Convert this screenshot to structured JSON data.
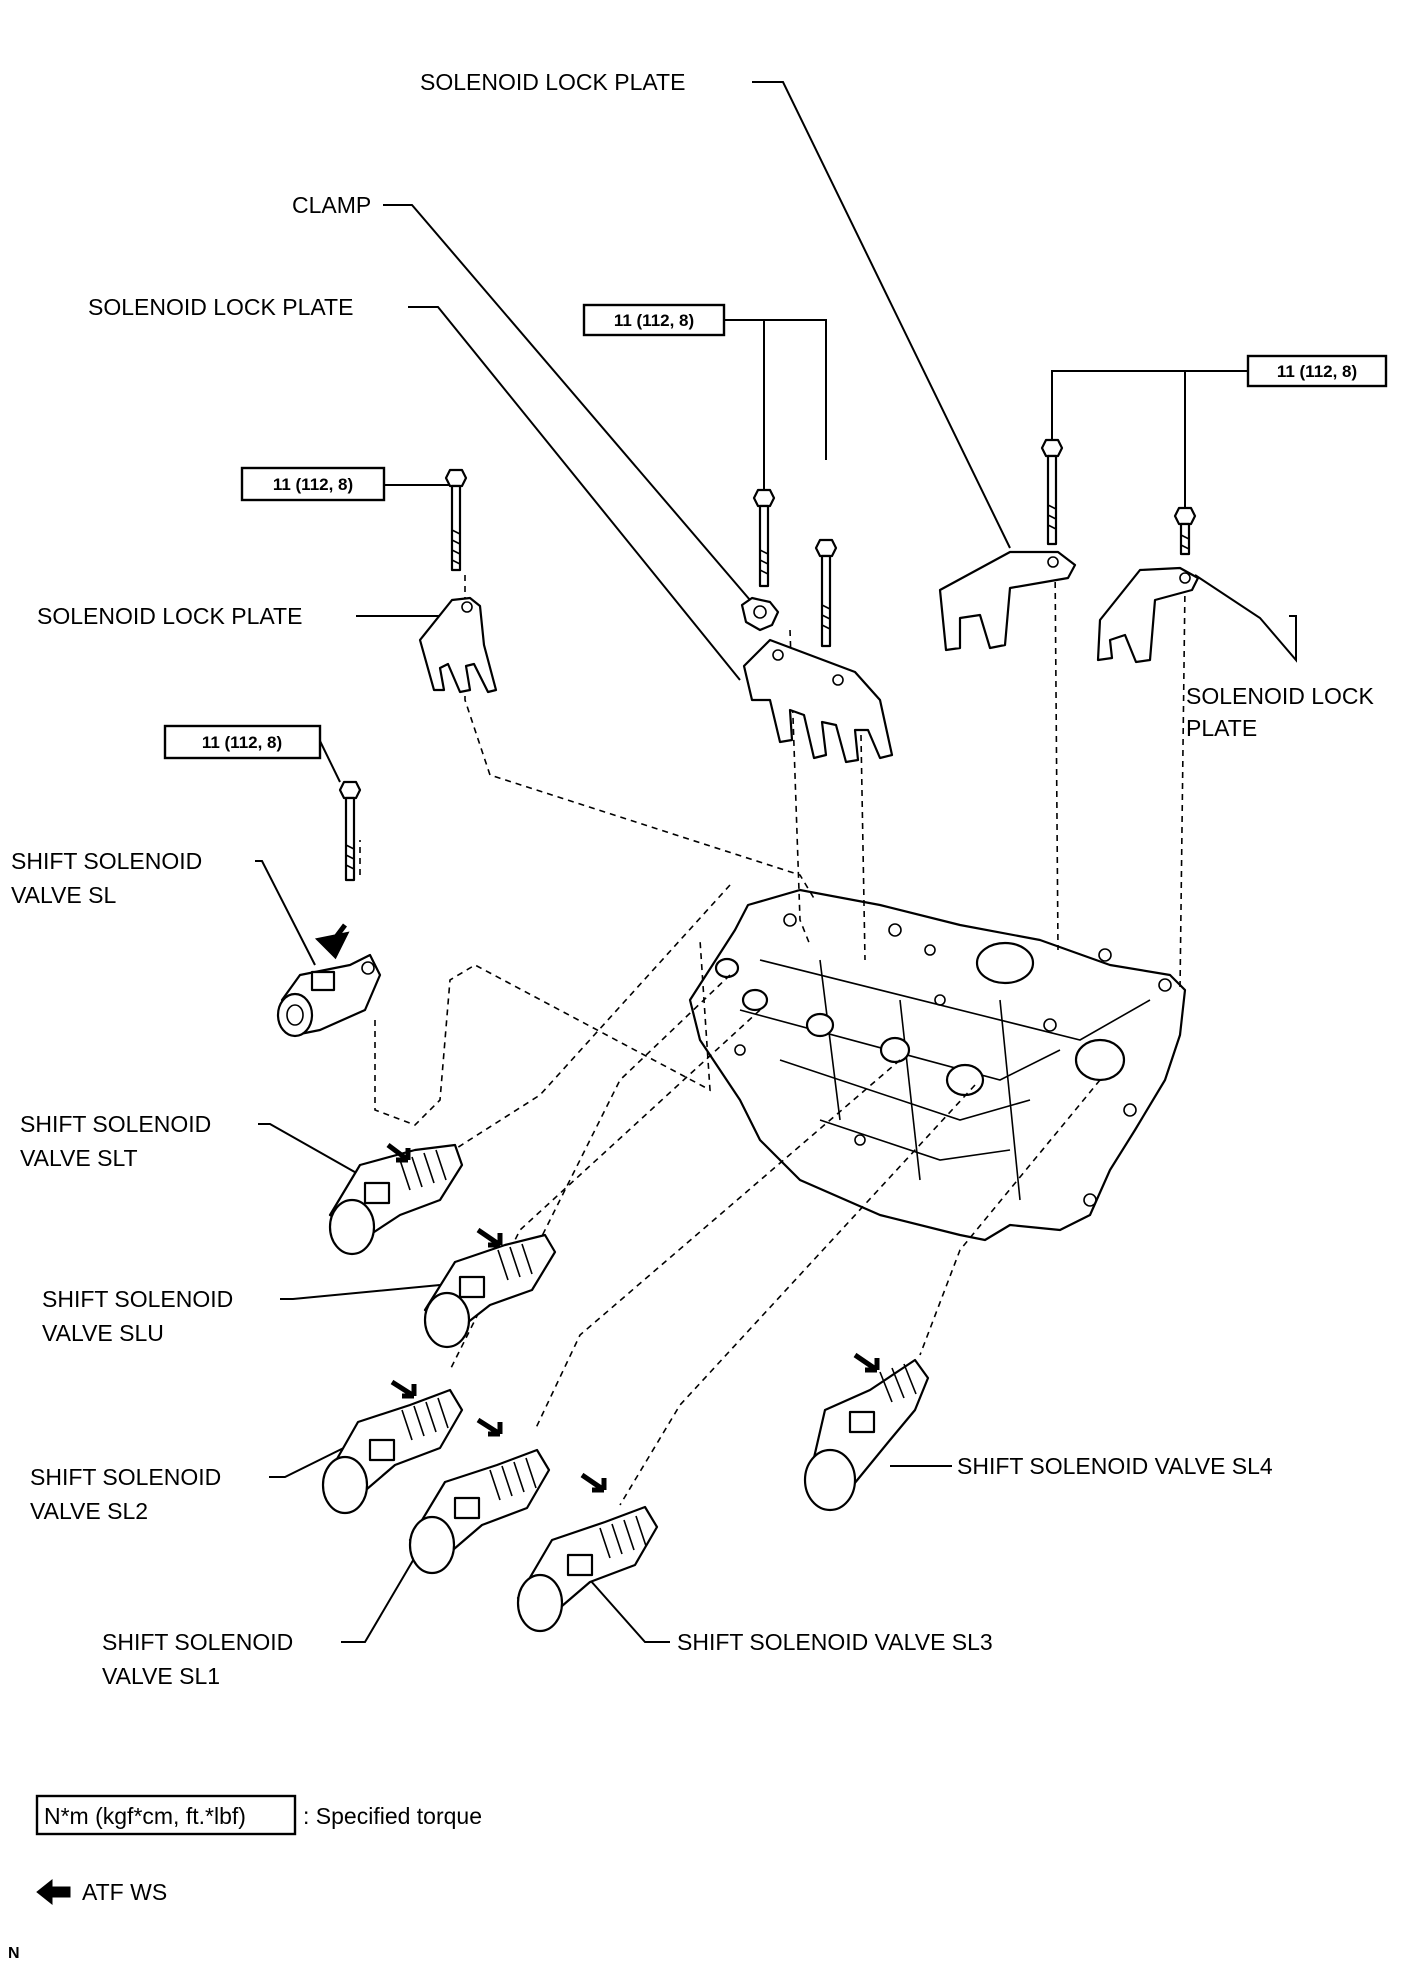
{
  "labels": {
    "lock_plate_top": "SOLENOID LOCK PLATE",
    "clamp": "CLAMP",
    "lock_plate_mid": "SOLENOID LOCK PLATE",
    "lock_plate_left": "SOLENOID LOCK PLATE",
    "lock_plate_right_1": "SOLENOID LOCK",
    "lock_plate_right_2": "PLATE",
    "sl_1": "SHIFT SOLENOID",
    "sl_2": "VALVE SL",
    "slt_1": "SHIFT SOLENOID",
    "slt_2": "VALVE SLT",
    "slu_1": "SHIFT SOLENOID",
    "slu_2": "VALVE SLU",
    "sl2_1": "SHIFT SOLENOID",
    "sl2_2": "VALVE SL2",
    "sl1_1": "SHIFT SOLENOID",
    "sl1_2": "VALVE SL1",
    "sl3": "SHIFT SOLENOID VALVE SL3",
    "sl4": "SHIFT SOLENOID VALVE SL4"
  },
  "torque": {
    "center": "11 (112, 8)",
    "right": "11 (112, 8)",
    "left_upper": "11 (112, 8)",
    "left_lower": "11 (112, 8)"
  },
  "legend": {
    "torque_units": "N*m (kgf*cm, ft.*lbf)",
    "torque_desc": ": Specified torque",
    "atf": "ATF WS"
  },
  "corner_mark": "N"
}
